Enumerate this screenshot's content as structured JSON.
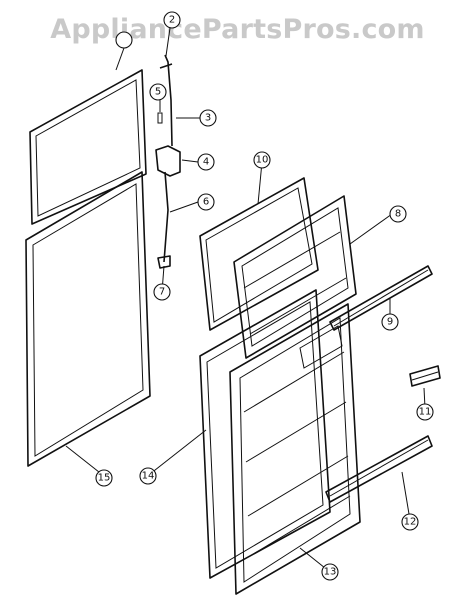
{
  "watermark": "AppliancePartsPros.com",
  "callouts": [
    {
      "id": "1",
      "label": ""
    },
    {
      "id": "2",
      "label": "2"
    },
    {
      "id": "3",
      "label": "3"
    },
    {
      "id": "4",
      "label": "4"
    },
    {
      "id": "5",
      "label": "5"
    },
    {
      "id": "6",
      "label": "6"
    },
    {
      "id": "7",
      "label": "7"
    },
    {
      "id": "8",
      "label": "8"
    },
    {
      "id": "9",
      "label": "9"
    },
    {
      "id": "10",
      "label": "10"
    },
    {
      "id": "11",
      "label": "11"
    },
    {
      "id": "12",
      "label": "12"
    },
    {
      "id": "13",
      "label": "13"
    },
    {
      "id": "14",
      "label": "14"
    },
    {
      "id": "15",
      "label": "15"
    }
  ]
}
